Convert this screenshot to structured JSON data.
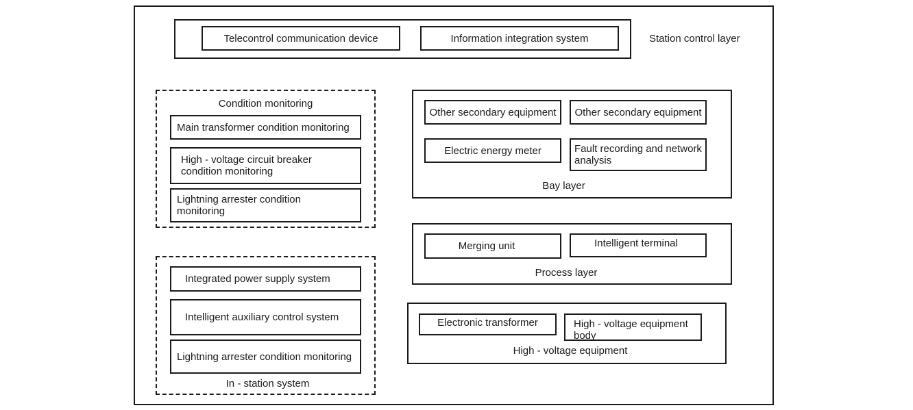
{
  "station_control": {
    "layer_label": "Station control layer",
    "items": [
      "Telecontrol communication device",
      "Information integration system"
    ]
  },
  "condition_monitoring": {
    "title": "Condition monitoring",
    "items": [
      "Main transformer condition monitoring",
      "High - voltage circuit breaker condition monitoring",
      "Lightning arrester condition monitoring"
    ]
  },
  "in_station": {
    "label": "In - station system",
    "items": [
      "Integrated power supply system",
      "Intelligent auxiliary control system",
      "Lightning arrester condition monitoring"
    ]
  },
  "bay_layer": {
    "label": "Bay layer",
    "items": [
      "Other secondary equipment",
      "Other secondary equipment",
      "Electric energy meter",
      "Fault recording and network analysis"
    ]
  },
  "process_layer": {
    "label": "Process layer",
    "items": [
      "Merging unit",
      "Intelligent terminal"
    ]
  },
  "high_voltage": {
    "label": "High - voltage equipment",
    "items": [
      "Electronic transformer",
      "High - voltage equipment body"
    ]
  }
}
